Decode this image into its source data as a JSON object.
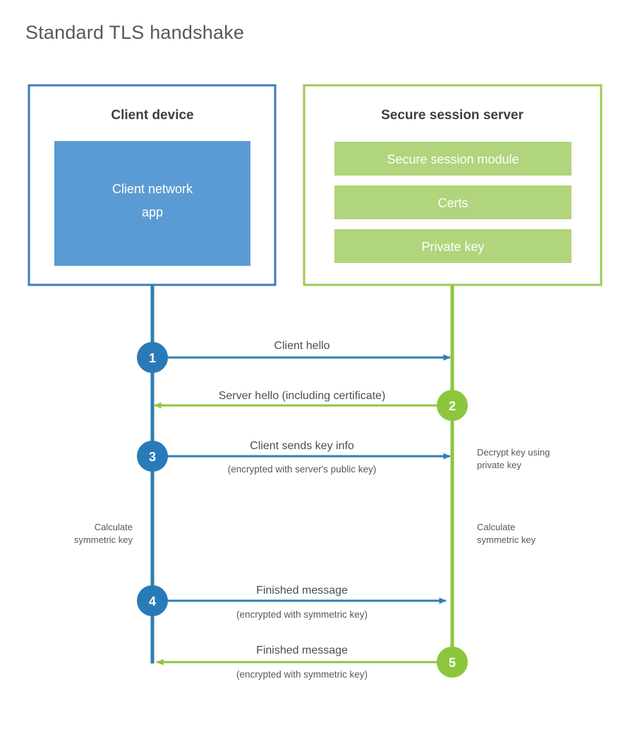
{
  "title": "Standard TLS handshake",
  "colors": {
    "client_border": "#3a7ebf",
    "client_fill": "#5b9bd5",
    "server_border": "#9dcb51",
    "server_fill": "#b0d57c",
    "client_line": "#2e7db5",
    "server_line": "#8cc63e",
    "client_circle": "#2b7ab8",
    "server_circle": "#8cc63e",
    "text": "#4a4f52",
    "title_text": "#55595c",
    "white": "#ffffff"
  },
  "client_panel": {
    "title": "Client device",
    "inner_block": {
      "line1": "Client network",
      "line2": "app"
    }
  },
  "server_panel": {
    "title": "Secure session server",
    "modules": [
      {
        "label": "Secure session module"
      },
      {
        "label": "Certs"
      },
      {
        "label": "Private key"
      }
    ]
  },
  "steps": [
    {
      "number": "1",
      "label": "Client hello",
      "sub": "",
      "direction": "client-to-server",
      "side": "client"
    },
    {
      "number": "2",
      "label": "Server hello (including certificate)",
      "sub": "",
      "direction": "server-to-client",
      "side": "server"
    },
    {
      "number": "3",
      "label": "Client sends key info",
      "sub": "(encrypted with server's public key)",
      "direction": "client-to-server",
      "side": "client"
    },
    {
      "number": "4",
      "label": "Finished message",
      "sub": "(encrypted with symmetric key)",
      "direction": "client-to-server",
      "side": "client"
    },
    {
      "number": "5",
      "label": "Finished message",
      "sub": "(encrypted with symmetric key)",
      "direction": "server-to-client",
      "side": "server"
    }
  ],
  "annotations": {
    "decrypt_note_line1": "Decrypt key using",
    "decrypt_note_line2": "private key",
    "client_calc_line1": "Calculate",
    "client_calc_line2": "symmetric key",
    "server_calc_line1": "Calculate",
    "server_calc_line2": "symmetric key"
  }
}
